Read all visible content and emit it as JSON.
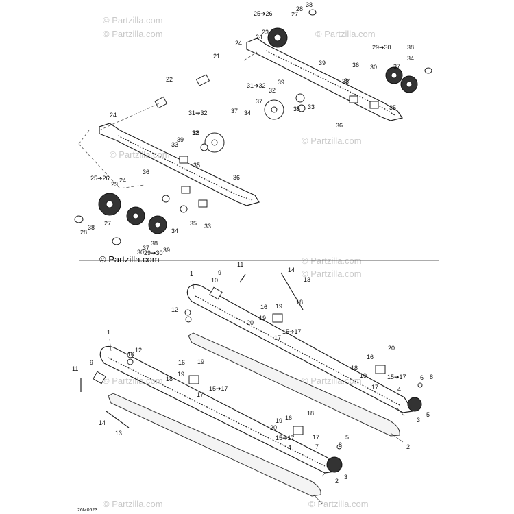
{
  "brand": {
    "logo_text": "© Partzilla.com",
    "watermark_text": "© Partzilla.com"
  },
  "diagram_code": "26M0623",
  "arrow_glyph": "➔",
  "callouts": {
    "upper": [
      "25➔26",
      "27",
      "28",
      "38",
      "23",
      "24",
      "24",
      "21",
      "29➔30",
      "34",
      "38",
      "37",
      "39",
      "36",
      "30",
      "22",
      "31➔32",
      "32",
      "39",
      "33",
      "34",
      "37",
      "33",
      "35",
      "35",
      "36",
      "24",
      "31➔32",
      "34",
      "38",
      "37",
      "32",
      "39",
      "33",
      "35",
      "36",
      "36",
      "25➔26",
      "23",
      "24",
      "27",
      "28",
      "38",
      "30",
      "34",
      "37",
      "38",
      "29➔30",
      "39",
      "35",
      "33"
    ],
    "lower": [
      "11",
      "9",
      "10",
      "1",
      "14",
      "13",
      "12",
      "16",
      "19",
      "18",
      "19",
      "20",
      "15➔17",
      "17",
      "1",
      "12",
      "10",
      "9",
      "11",
      "16",
      "19",
      "18",
      "19",
      "15➔17",
      "17",
      "18",
      "16",
      "19",
      "20",
      "15➔17",
      "17",
      "4",
      "6",
      "8",
      "5",
      "3",
      "2",
      "14",
      "13",
      "20",
      "19",
      "16",
      "18",
      "15➔17",
      "17",
      "4",
      "7",
      "8",
      "5",
      "3",
      "2"
    ]
  },
  "colors": {
    "ink": "#222222",
    "watermark": "#c9c9c9",
    "background": "#ffffff"
  }
}
